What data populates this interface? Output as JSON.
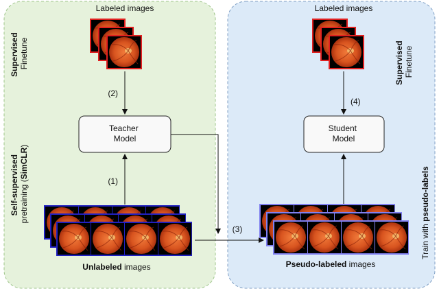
{
  "left": {
    "top_label": "Labeled images",
    "side_top_bold": "Supervised",
    "side_top_normal": "Finetune",
    "side_bottom_bold": "Self-supervised",
    "side_bottom_normal_1": "pretraining (",
    "side_bottom_bold_2": "SimCLR",
    "side_bottom_normal_3": ")",
    "model_line1": "Teacher",
    "model_line2": "Model",
    "step_finetune": "(2)",
    "step_pretrain": "(1)",
    "bottom_bold": "Unlabeled",
    "bottom_normal": " images",
    "bg_color": "#e6f2dc",
    "image_border_color": "#e02020"
  },
  "right": {
    "top_label": "Labeled images",
    "side_top_bold": "Supervised",
    "side_top_normal": "Finetune",
    "side_bottom_normal": "Train with ",
    "side_bottom_bold": "pseudo-labels",
    "model_line1": "Student",
    "model_line2": "Model",
    "step_finetune": "(4)",
    "bottom_bold": "Pseudo-labeled",
    "bottom_normal": " images",
    "bg_color": "#dceaf8",
    "image_border_color": "#8080f0"
  },
  "middle": {
    "step_pseudo": "(3)"
  },
  "unlabeled_border_color": "#2020c0"
}
